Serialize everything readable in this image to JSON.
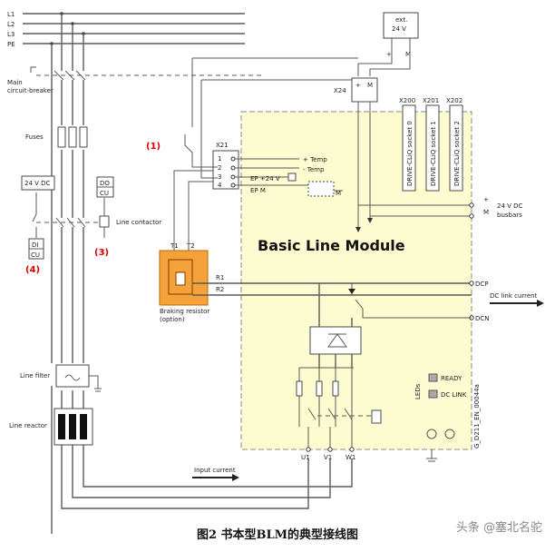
{
  "lines": {
    "l1": "L1",
    "l2": "L2",
    "l3": "L3",
    "pe": "PE"
  },
  "labels": {
    "main_breaker_1": "Main",
    "main_breaker_2": "circuit-breaker",
    "fuses": "Fuses",
    "dc24": "24 V DC",
    "di": "DI",
    "cu_left": "CU",
    "do": "DO",
    "cu_mid": "CU",
    "line_contactor": "Line contactor",
    "line_filter": "Line filter",
    "line_reactor": "Line reactor",
    "braking_resistor_1": "Braking resistor",
    "braking_resistor_2": "(option)",
    "t1": "T1",
    "t2": "T2",
    "r1": "R1",
    "r2": "R2",
    "x21": "X21",
    "x24": "X24",
    "x200": "X200",
    "x201": "X201",
    "x202": "X202",
    "socket_0": "DRIVE-CLiQ socket 0",
    "socket_1": "DRIVE-CLiQ socket 1",
    "socket_2": "DRIVE-CLiQ socket 2",
    "ext24_1": "ext.",
    "ext24_2": "24 V",
    "plus": "+",
    "m": "M",
    "temp_plus": "+ Temp",
    "temp_minus": "- Temp",
    "ep24": "EP +24 V",
    "epm": "EP M",
    "dc24_busbars_1": "24 V DC",
    "dc24_busbars_2": "busbars",
    "module_title": "Basic Line Module",
    "dcp": "DCP",
    "dcn": "DCN",
    "dc_link_current": "DC link current",
    "leds": "LEDs",
    "ready": "READY",
    "dc_link": "DC LINK",
    "input_current": "Input current",
    "u1": "U1",
    "v1": "V1",
    "w1": "W1",
    "term_1": "1",
    "term_2": "2",
    "term_3": "3",
    "term_4": "4",
    "side_code": "G_D211_EN_00044a"
  },
  "markers": {
    "m1": "(1)",
    "m3": "(3)",
    "m4": "(4)"
  },
  "caption": "图2 书本型BLM的典型接线图",
  "watermark": "头条 @塞北名驼"
}
